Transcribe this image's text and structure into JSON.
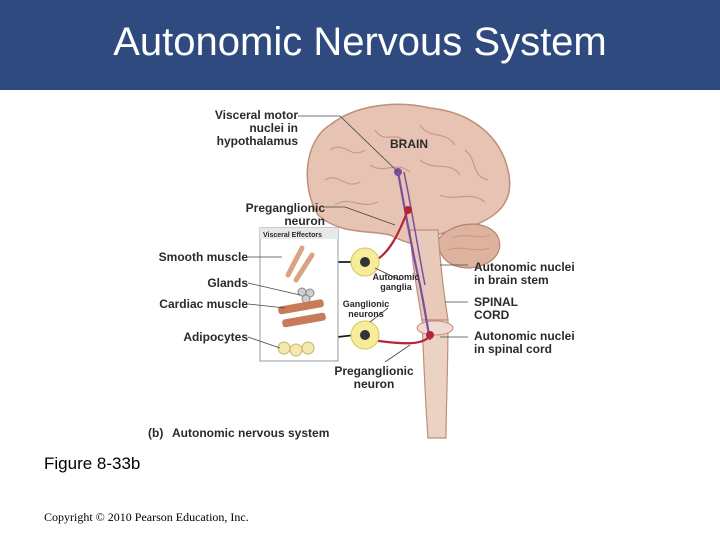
{
  "slide": {
    "title": "Autonomic Nervous System",
    "figure_label": "Figure 8-33b",
    "copyright": "Copyright © 2010 Pearson Education, Inc."
  },
  "diagram": {
    "brain": "BRAIN",
    "visceral_motor_1": "Visceral motor",
    "visceral_motor_2": "nuclei in",
    "visceral_motor_3": "hypothalamus",
    "preganglionic_top_1": "Preganglionic",
    "preganglionic_top_2": "neuron",
    "visceral_effectors": "Visceral Effectors",
    "smooth_muscle": "Smooth muscle",
    "glands": "Glands",
    "cardiac_muscle": "Cardiac muscle",
    "adipocytes": "Adipocytes",
    "autonomic_ganglia_1": "Autonomic",
    "autonomic_ganglia_2": "ganglia",
    "ganglionic_neurons_1": "Ganglionic",
    "ganglionic_neurons_2": "neurons",
    "autonomic_brainstem_1": "Autonomic nuclei",
    "autonomic_brainstem_2": "in brain stem",
    "spinal_cord_1": "SPINAL",
    "spinal_cord_2": "CORD",
    "autonomic_spinal_1": "Autonomic nuclei",
    "autonomic_spinal_2": "in spinal cord",
    "preganglionic_bottom_1": "Preganglionic",
    "preganglionic_bottom_2": "neuron",
    "caption_part": "(b)",
    "caption_text": "Autonomic nervous system"
  },
  "colors": {
    "title_bg": "#2f4a7e",
    "brain": "#e6c3b2",
    "brain_fold": "#c99a86",
    "neuron_red": "#b5253a",
    "neuron_purple": "#7b4fa0",
    "ganglion": "#f6ec9a"
  }
}
